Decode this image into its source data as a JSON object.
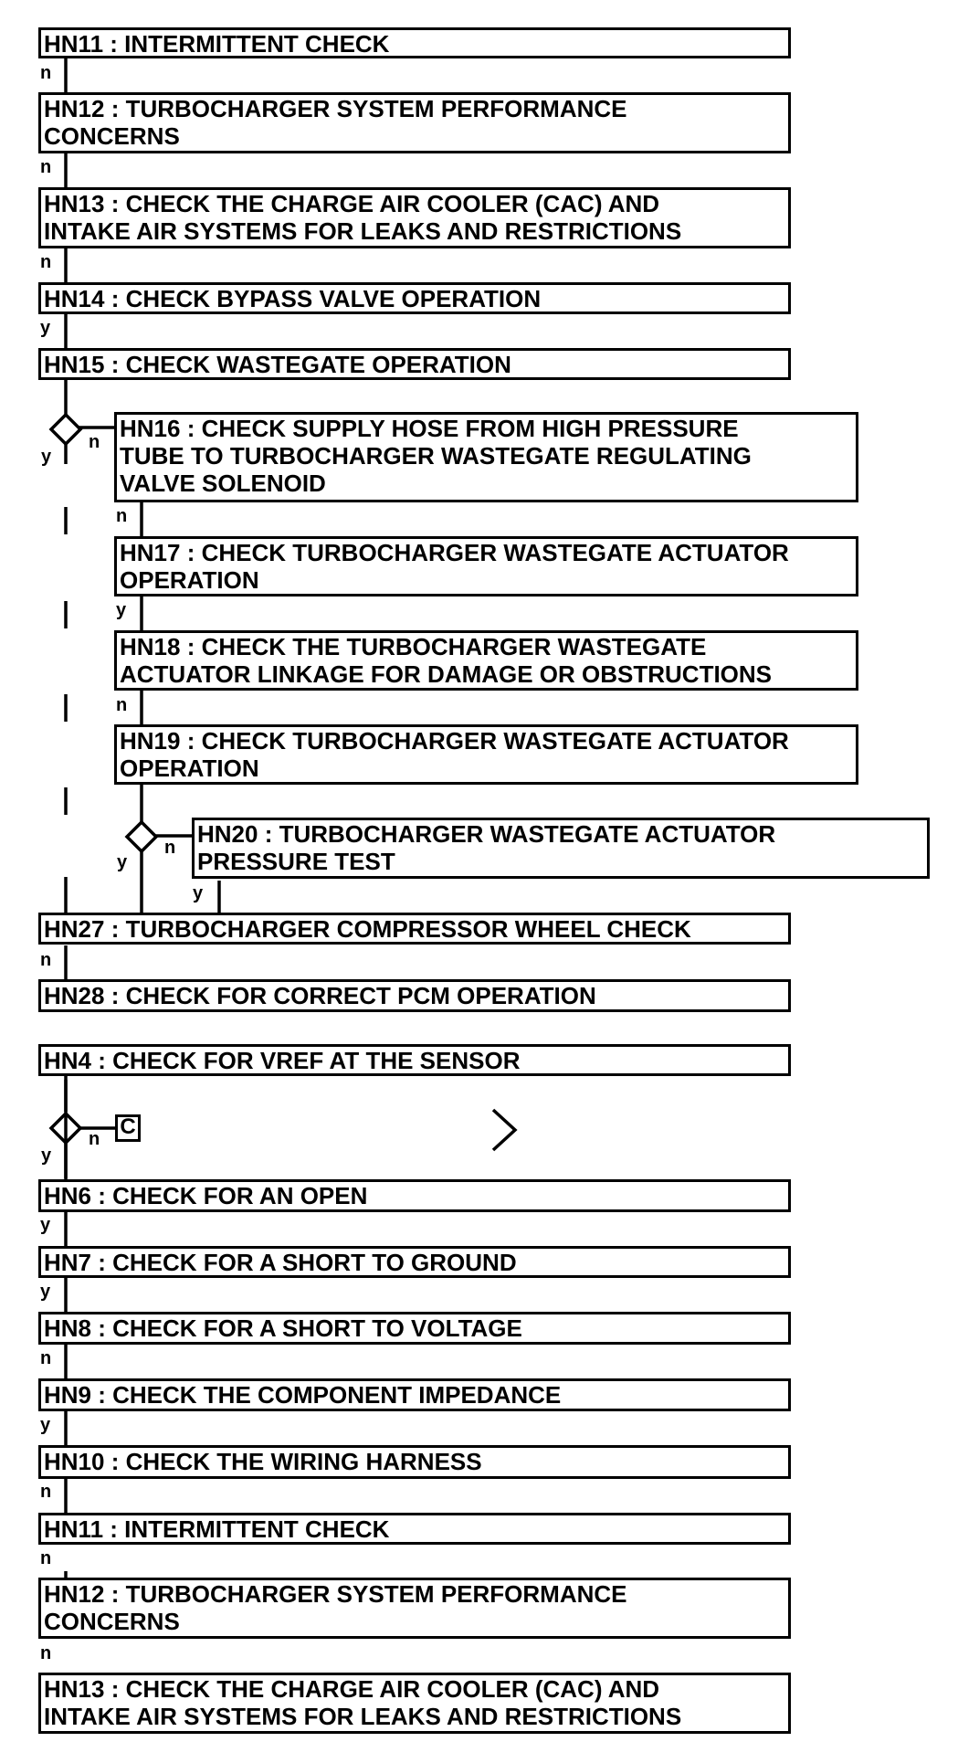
{
  "steps": [
    {
      "id": "s1",
      "text": "HN11 : INTERMITTENT CHECK"
    },
    {
      "id": "s2",
      "text": "HN12 : TURBOCHARGER SYSTEM PERFORMANCE\nCONCERNS"
    },
    {
      "id": "s3",
      "text": "HN13 : CHECK THE CHARGE AIR COOLER (CAC) AND\nINTAKE AIR SYSTEMS FOR LEAKS AND RESTRICTIONS"
    },
    {
      "id": "s4",
      "text": "HN14 : CHECK BYPASS VALVE OPERATION"
    },
    {
      "id": "s5",
      "text": "HN15 : CHECK WASTEGATE OPERATION"
    },
    {
      "id": "s6",
      "text": "HN16 : CHECK SUPPLY HOSE FROM HIGH PRESSURE\nTUBE TO TURBOCHARGER WASTEGATE REGULATING\nVALVE SOLENOID"
    },
    {
      "id": "s7",
      "text": "HN17 : CHECK TURBOCHARGER WASTEGATE ACTUATOR\nOPERATION"
    },
    {
      "id": "s8",
      "text": "HN18 : CHECK THE TURBOCHARGER WASTEGATE\nACTUATOR LINKAGE FOR DAMAGE OR OBSTRUCTIONS"
    },
    {
      "id": "s9",
      "text": "HN19 : CHECK TURBOCHARGER WASTEGATE ACTUATOR\nOPERATION"
    },
    {
      "id": "s10",
      "text": "HN20 : TURBOCHARGER WASTEGATE ACTUATOR\nPRESSURE TEST"
    },
    {
      "id": "s11",
      "text": "HN27 : TURBOCHARGER COMPRESSOR WHEEL CHECK"
    },
    {
      "id": "s12",
      "text": "HN28 : CHECK FOR CORRECT PCM OPERATION"
    },
    {
      "id": "s13",
      "text": "HN4 : CHECK FOR VREF AT THE SENSOR"
    },
    {
      "id": "s14",
      "text": "HN6 : CHECK FOR AN OPEN"
    },
    {
      "id": "s15",
      "text": "HN7 : CHECK FOR A SHORT TO GROUND"
    },
    {
      "id": "s16",
      "text": "HN8 : CHECK FOR A SHORT TO VOLTAGE"
    },
    {
      "id": "s17",
      "text": "HN9 : CHECK THE COMPONENT IMPEDANCE"
    },
    {
      "id": "s18",
      "text": "HN10 : CHECK THE WIRING HARNESS"
    },
    {
      "id": "s19",
      "text": "HN11 : INTERMITTENT CHECK"
    },
    {
      "id": "s20",
      "text": "HN12 : TURBOCHARGER SYSTEM PERFORMANCE\nCONCERNS"
    },
    {
      "id": "s21",
      "text": "HN13 : CHECK THE CHARGE AIR COOLER (CAC) AND\nINTAKE AIR SYSTEMS FOR LEAKS AND RESTRICTIONS"
    }
  ],
  "edge_labels": [
    {
      "id": "e1",
      "text": "n"
    },
    {
      "id": "e2",
      "text": "n"
    },
    {
      "id": "e3",
      "text": "n"
    },
    {
      "id": "e4",
      "text": "y"
    },
    {
      "id": "e5",
      "text": "y"
    },
    {
      "id": "e6",
      "text": "n"
    },
    {
      "id": "e7",
      "text": "n"
    },
    {
      "id": "e8",
      "text": "y"
    },
    {
      "id": "e9",
      "text": "n"
    },
    {
      "id": "e10",
      "text": "y"
    },
    {
      "id": "e11",
      "text": "n"
    },
    {
      "id": "e12",
      "text": "y"
    },
    {
      "id": "e13",
      "text": "n"
    },
    {
      "id": "e14",
      "text": "y"
    },
    {
      "id": "e15",
      "text": "n"
    },
    {
      "id": "e16",
      "text": "y"
    },
    {
      "id": "e17",
      "text": "y"
    },
    {
      "id": "e18",
      "text": "n"
    },
    {
      "id": "e19",
      "text": "y"
    },
    {
      "id": "e20",
      "text": "n"
    },
    {
      "id": "e21",
      "text": "n"
    },
    {
      "id": "e22",
      "text": "n"
    }
  ],
  "connector": {
    "text": "C"
  },
  "colors": {
    "line": "#000000",
    "background": "#ffffff"
  }
}
